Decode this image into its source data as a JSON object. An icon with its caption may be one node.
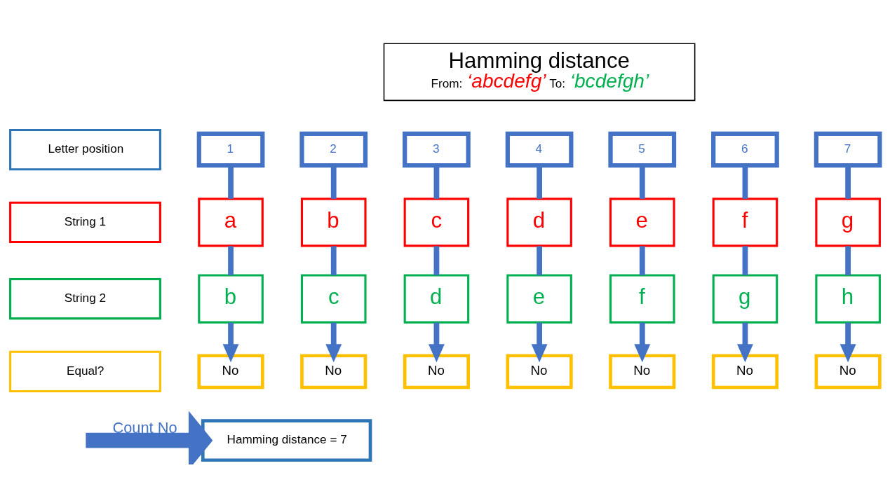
{
  "diagram": {
    "nodes": [
      {
        "text": [
          "Hamming distance",
          "From: ‘abcdefg’ To: ‘bcdefgh’"
        ]
      },
      {
        "text": [
          "Letter position"
        ]
      },
      {
        "text": [
          "1"
        ]
      },
      {
        "text": [
          "2"
        ]
      },
      {
        "text": [
          "3"
        ]
      },
      {
        "text": [
          "4"
        ]
      },
      {
        "text": [
          "5"
        ]
      },
      {
        "text": [
          "6"
        ]
      },
      {
        "text": [
          "7"
        ]
      },
      {
        "text": [
          "String 1"
        ]
      },
      {
        "text": [
          "a"
        ]
      },
      {
        "text": [
          "b"
        ]
      },
      {
        "text": [
          "c"
        ]
      },
      {
        "text": [
          "d"
        ]
      },
      {
        "text": [
          "e"
        ]
      },
      {
        "text": [
          "f"
        ]
      },
      {
        "text": [
          "g"
        ]
      },
      {
        "text": [
          "String 2"
        ]
      },
      {
        "text": [
          "b"
        ]
      },
      {
        "text": [
          "c"
        ]
      },
      {
        "text": [
          "d"
        ]
      },
      {
        "text": [
          "e"
        ]
      },
      {
        "text": [
          "f"
        ]
      },
      {
        "text": [
          "g"
        ]
      },
      {
        "text": [
          "h"
        ]
      },
      {
        "text": [
          "Equal?"
        ]
      },
      {
        "text": [
          "No"
        ]
      },
      {
        "text": [
          "No"
        ]
      },
      {
        "text": [
          "No"
        ]
      },
      {
        "text": [
          "No"
        ]
      },
      {
        "text": [
          "No"
        ]
      },
      {
        "text": [
          "No"
        ]
      },
      {
        "text": [
          "No"
        ]
      },
      {
        "text": [
          "Hamming distance = 7"
        ]
      }
    ],
    "edges": [
      {
        "from": 2,
        "to": 10,
        "arrow": "none"
      },
      {
        "from": 10,
        "to": 18,
        "arrow": "none"
      },
      {
        "from": 18,
        "to": 26,
        "arrow": "to"
      },
      {
        "from": 3,
        "to": 11,
        "arrow": "none"
      },
      {
        "from": 11,
        "to": 19,
        "arrow": "none"
      },
      {
        "from": 19,
        "to": 27,
        "arrow": "to"
      },
      {
        "from": 4,
        "to": 12,
        "arrow": "none"
      },
      {
        "from": 12,
        "to": 20,
        "arrow": "none"
      },
      {
        "from": 20,
        "to": 28,
        "arrow": "to"
      },
      {
        "from": 5,
        "to": 13,
        "arrow": "none"
      },
      {
        "from": 13,
        "to": 21,
        "arrow": "none"
      },
      {
        "from": 21,
        "to": 29,
        "arrow": "to"
      },
      {
        "from": 6,
        "to": 14,
        "arrow": "none"
      },
      {
        "from": 14,
        "to": 22,
        "arrow": "none"
      },
      {
        "from": 22,
        "to": 30,
        "arrow": "to"
      },
      {
        "from": 7,
        "to": 15,
        "arrow": "none"
      },
      {
        "from": 15,
        "to": 23,
        "arrow": "none"
      },
      {
        "from": 23,
        "to": 31,
        "arrow": "to"
      },
      {
        "from": 8,
        "to": 16,
        "arrow": "none"
      },
      {
        "from": 16,
        "to": 24,
        "arrow": "none"
      },
      {
        "from": 24,
        "to": 32,
        "arrow": "to"
      },
      {
        "from": null,
        "to": 33,
        "arrow": "to",
        "label": "Count No",
        "style": "thick"
      }
    ]
  }
}
